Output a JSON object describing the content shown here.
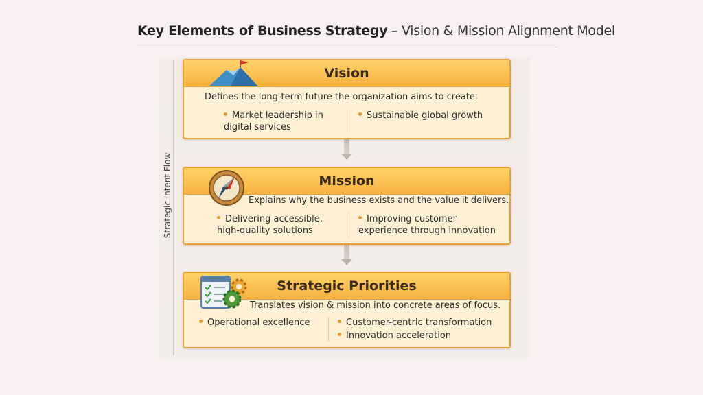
{
  "header": {
    "title_main": "Key Elements of Business Strategy",
    "title_sub": "– Vision & Mission Alignment Model"
  },
  "flow_label": "Strategic intent Flow",
  "cards": [
    {
      "title": "Vision",
      "icon": "mountain-flag-icon",
      "description": "Defines the long-term future the organization aims to create.",
      "left_items": [
        "Market leadership in digital services"
      ],
      "right_items": [
        "Sustainable global growth"
      ]
    },
    {
      "title": "Mission",
      "icon": "compass-icon",
      "description": "Explains why the business exists and the value it delivers.",
      "left_items": [
        "Delivering accessible, high-quality solutions"
      ],
      "right_items": [
        "Improving customer experience through innovation"
      ]
    },
    {
      "title": "Strategic Priorities",
      "icon": "checklist-gears-icon",
      "description": "Translates vision & mission into concrete areas of focus.",
      "left_items": [
        "Operational excellence"
      ],
      "right_items": [
        "Customer-centric transformation",
        "Innovation acceleration"
      ]
    }
  ],
  "colors": {
    "accent": "#f6b13e",
    "border": "#e6a23a",
    "card_body": "#fdf0d5",
    "bullet": "#e69a2c"
  }
}
